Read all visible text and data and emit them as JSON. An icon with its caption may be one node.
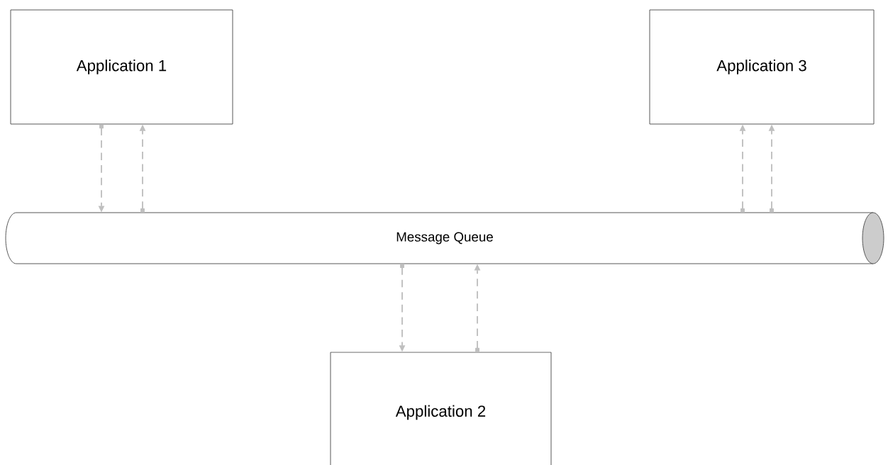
{
  "diagram": {
    "nodes": [
      {
        "text": [
          "Application 1"
        ]
      },
      {
        "text": [
          "Application 3"
        ]
      },
      {
        "text": [
          "Message Queue"
        ]
      },
      {
        "text": [
          "Application 2"
        ]
      }
    ],
    "edges": [
      {
        "from": 0,
        "to": 2,
        "arrow": "to",
        "style": "dashed"
      },
      {
        "from": 2,
        "to": 0,
        "arrow": "to",
        "style": "dashed"
      },
      {
        "from": 2,
        "to": 1,
        "arrow": "to",
        "style": "dashed"
      },
      {
        "from": 2,
        "to": 1,
        "arrow": "to",
        "style": "dashed"
      },
      {
        "from": 2,
        "to": 3,
        "arrow": "to",
        "style": "dashed"
      },
      {
        "from": 3,
        "to": 2,
        "arrow": "to",
        "style": "dashed"
      }
    ]
  }
}
